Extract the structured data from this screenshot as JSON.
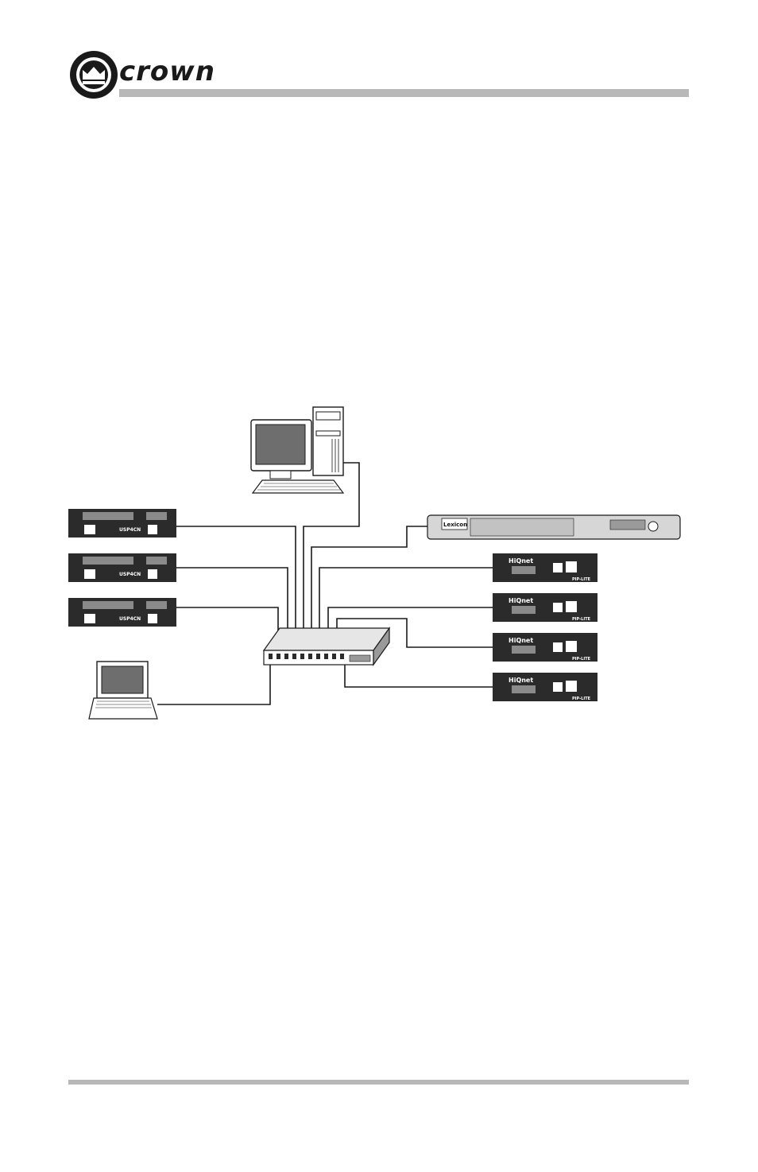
{
  "header": {
    "brand": "crown"
  },
  "colors": {
    "rule": "#b8b8b8",
    "device_dark": "#2b2b2b",
    "device_mid": "#6e6e6e",
    "cable": "#1a1a1a"
  },
  "usp_cards": [
    {
      "label": "USP4CN"
    },
    {
      "label": "USP4CN"
    },
    {
      "label": "USP4CN"
    }
  ],
  "pip_cards": [
    {
      "brand": "HiQnet",
      "model": "PIP-LITE"
    },
    {
      "brand": "HiQnet",
      "model": "PIP-LITE"
    },
    {
      "brand": "HiQnet",
      "model": "PIP-LITE"
    },
    {
      "brand": "HiQnet",
      "model": "PIP-LITE"
    }
  ],
  "processor": {
    "brand": "Lexicon"
  }
}
